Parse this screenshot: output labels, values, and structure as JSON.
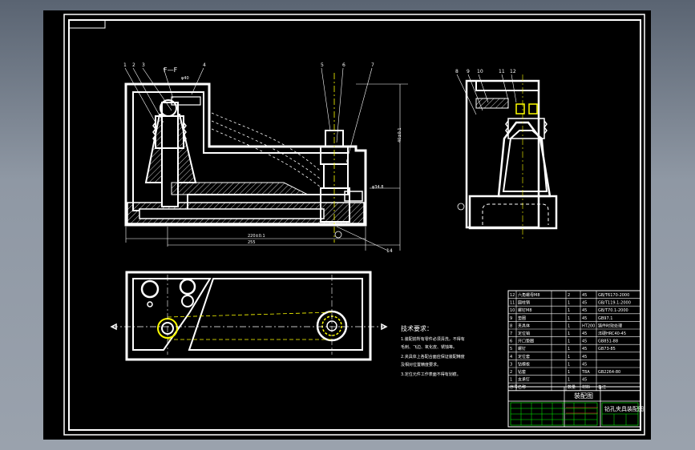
{
  "drawing": {
    "section_label": "F—F",
    "dim_height": "40±0.1",
    "dim_base": "220±0.1",
    "dim_total": "255",
    "dim_side": "φ34.8",
    "dim_bore": "φ40",
    "balloons_front": [
      "1",
      "2",
      "3",
      "4",
      "5",
      "6",
      "7"
    ],
    "balloons_side": [
      "8",
      "9",
      "10",
      "11",
      "12"
    ],
    "balloon_bottom": "14"
  },
  "tech_req": {
    "title": "技术要求：",
    "lines": [
      "1.装配前所有零件必须清洗，不得有",
      "毛刺、飞边、氧化皮、锈蚀等。",
      "2.夹具体上各配合面应保证装配精度",
      "及相对位置精度要求。",
      "3.定位元件工作表面不得有划痕。"
    ]
  },
  "parts_table": {
    "rows": [
      [
        "12",
        "六角螺母M8",
        "2",
        "45",
        "GB/T6170-2000"
      ],
      [
        "11",
        "圆柱销",
        "1",
        "45",
        "GB/T119.1-2000"
      ],
      [
        "10",
        "螺钉M8",
        "1",
        "45",
        "GB/T70.1-2000"
      ],
      [
        "9",
        "垫圈",
        "1",
        "45",
        "GB97.1"
      ],
      [
        "8",
        "夹具体",
        "1",
        "HT200",
        "铸件时效处理"
      ],
      [
        "7",
        "定位销",
        "1",
        "45",
        "淬硬HRC40-45"
      ],
      [
        "6",
        "开口垫圈",
        "1",
        "45",
        "GB851-88"
      ],
      [
        "5",
        "螺钉",
        "1",
        "45",
        "GB73-85"
      ],
      [
        "4",
        "定位套",
        "1",
        "45",
        ""
      ],
      [
        "3",
        "钻模板",
        "1",
        "45",
        ""
      ],
      [
        "2",
        "钻套",
        "1",
        "T8A",
        "GB2264-80"
      ],
      [
        "1",
        "支承钉",
        "1",
        "45",
        ""
      ]
    ],
    "header": [
      "序号",
      "名称",
      "数量",
      "材料",
      "备注"
    ]
  },
  "title_block": {
    "drawing_name": "装配图",
    "subtitle": "钻孔夹具装配图"
  },
  "colors": {
    "background": "#000000",
    "line": "#ffffff",
    "center": "#ffff00",
    "title_grid": "#00ff00",
    "accent": "#ff3030"
  }
}
